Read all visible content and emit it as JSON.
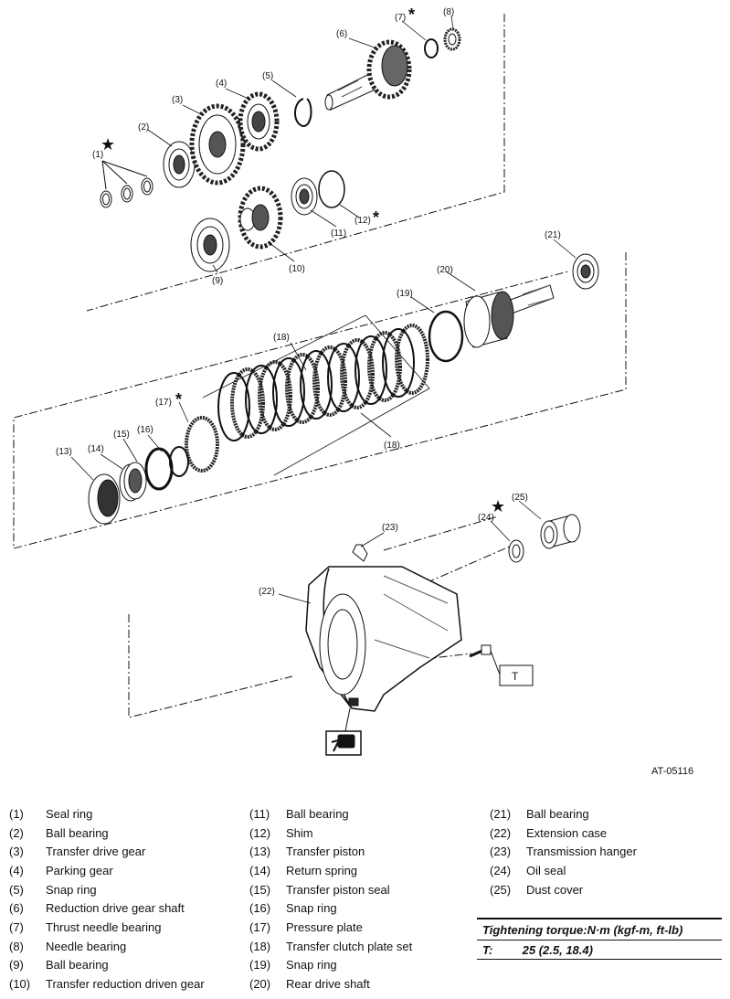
{
  "diagram": {
    "figure_code": "AT-05116",
    "callouts": [
      "(1)",
      "(2)",
      "(3)",
      "(4)",
      "(5)",
      "(6)",
      "(7)",
      "(8)",
      "(9)",
      "(10)",
      "(11)",
      "(12)",
      "(13)",
      "(14)",
      "(15)",
      "(16)",
      "(17)",
      "(18)",
      "(19)",
      "(20)",
      "(21)",
      "(22)",
      "(23)",
      "(24)",
      "(25)"
    ],
    "star_marker": "★",
    "asterisk_marker": "*",
    "tool_box_label": "T"
  },
  "legend": {
    "col1": [
      {
        "num": "(1)",
        "text": "Seal ring"
      },
      {
        "num": "(2)",
        "text": "Ball bearing"
      },
      {
        "num": "(3)",
        "text": "Transfer drive gear"
      },
      {
        "num": "(4)",
        "text": "Parking gear"
      },
      {
        "num": "(5)",
        "text": "Snap ring"
      },
      {
        "num": "(6)",
        "text": "Reduction drive gear shaft"
      },
      {
        "num": "(7)",
        "text": "Thrust needle bearing"
      },
      {
        "num": "(8)",
        "text": "Needle bearing"
      },
      {
        "num": "(9)",
        "text": "Ball bearing"
      },
      {
        "num": "(10)",
        "text": "Transfer reduction driven gear"
      }
    ],
    "col2": [
      {
        "num": "(11)",
        "text": "Ball bearing"
      },
      {
        "num": "(12)",
        "text": "Shim"
      },
      {
        "num": "(13)",
        "text": "Transfer piston"
      },
      {
        "num": "(14)",
        "text": "Return spring"
      },
      {
        "num": "(15)",
        "text": "Transfer piston seal"
      },
      {
        "num": "(16)",
        "text": "Snap ring"
      },
      {
        "num": "(17)",
        "text": "Pressure plate"
      },
      {
        "num": "(18)",
        "text": "Transfer clutch plate set"
      },
      {
        "num": "(19)",
        "text": "Snap ring"
      },
      {
        "num": "(20)",
        "text": "Rear drive shaft"
      }
    ],
    "col3": [
      {
        "num": "(21)",
        "text": "Ball bearing"
      },
      {
        "num": "(22)",
        "text": "Extension case"
      },
      {
        "num": "(23)",
        "text": "Transmission hanger"
      },
      {
        "num": "(24)",
        "text": "Oil seal"
      },
      {
        "num": "(25)",
        "text": "Dust cover"
      }
    ]
  },
  "torque": {
    "title": "Tightening torque:N·m (kgf-m, ft-lb)",
    "label": "T:",
    "value": "25 (2.5, 18.4)"
  }
}
